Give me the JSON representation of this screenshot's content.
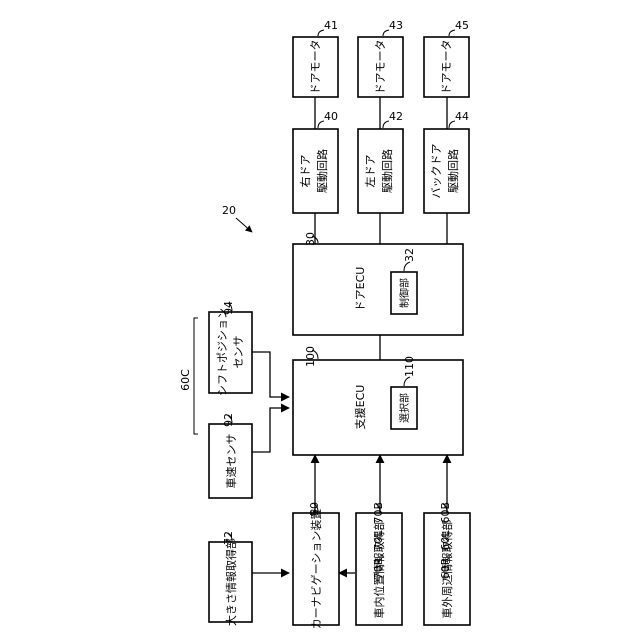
{
  "diagram": {
    "system_ref": "20",
    "group_ref": "60C",
    "door_motors": [
      {
        "ref": "41",
        "label": "ドアモータ"
      },
      {
        "ref": "43",
        "label": "ドアモータ"
      },
      {
        "ref": "45",
        "label": "ドアモータ"
      }
    ],
    "drive_circuits": [
      {
        "ref": "40",
        "line1": "右ドア",
        "line2": "駆動回路"
      },
      {
        "ref": "42",
        "line1": "左ドア",
        "line2": "駆動回路"
      },
      {
        "ref": "44",
        "line1": "バックドア",
        "line2": "駆動回路"
      }
    ],
    "door_ecu": {
      "ref": "30",
      "label": "ドアECU",
      "sub_ref": "32",
      "sub_label": "制御部"
    },
    "support_ecu": {
      "ref": "100",
      "label": "支援ECU",
      "sub_ref": "110",
      "sub_label": "選択部"
    },
    "shift_sensor": {
      "ref": "94",
      "line1": "シフトポジション",
      "line2": "センサ"
    },
    "speed_sensor": {
      "ref": "92",
      "label": "車速センサ"
    },
    "size_acquirer": {
      "ref": "72",
      "label": "大きさ情報取得部"
    },
    "navigation": {
      "ref": "50",
      "label": "カーナビゲーション装置"
    },
    "in_vehicle_acquirer": {
      "ref": "70R, 70L, 70B",
      "label": "車内位置情報取得部"
    },
    "surroundings_acquirer": {
      "ref": "60R, 60L, 60B",
      "label": "車外周辺情報取得部"
    }
  }
}
